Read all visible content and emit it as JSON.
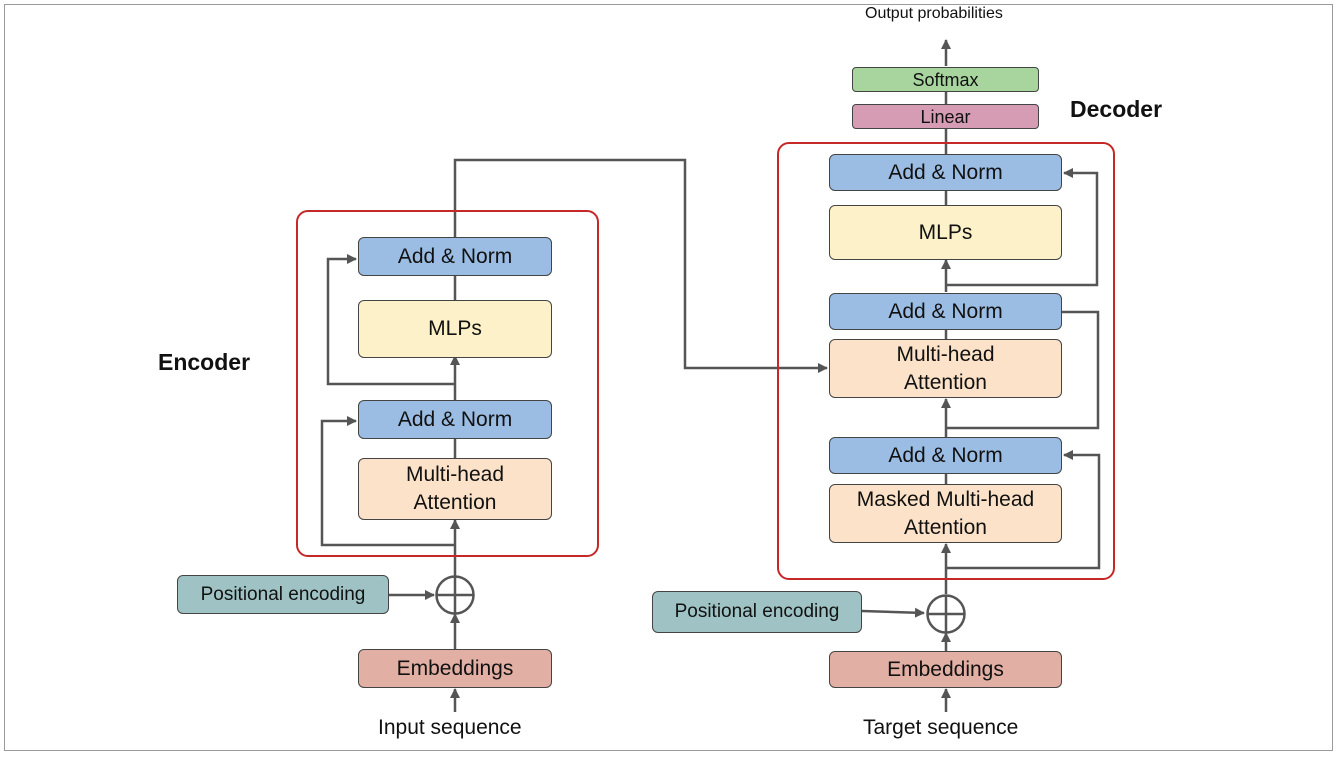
{
  "output_label": "Output probabilities",
  "decoder": {
    "title": "Decoder",
    "softmax": "Softmax",
    "linear": "Linear",
    "add_norm_top": "Add & Norm",
    "mlps": "MLPs",
    "add_norm_mid": "Add & Norm",
    "cross_attention": [
      "Multi-head",
      "Attention"
    ],
    "add_norm_bottom": "Add & Norm",
    "masked_attention": [
      "Masked Multi-head",
      "Attention"
    ],
    "positional_encoding": "Positional encoding",
    "embeddings": "Embeddings",
    "input_label": "Target sequence"
  },
  "encoder": {
    "title": "Encoder",
    "add_norm_top": "Add & Norm",
    "mlps": "MLPs",
    "add_norm_bottom": "Add & Norm",
    "attention": [
      "Multi-head",
      "Attention"
    ],
    "positional_encoding": "Positional encoding",
    "embeddings": "Embeddings",
    "input_label": "Input sequence"
  },
  "colors": {
    "add_norm": "#9bbde3",
    "mlp": "#fdf1c9",
    "attention": "#fce2c8",
    "embeddings": "#e2afa4",
    "positional_encoding": "#9fc3c4",
    "linear": "#d69cb4",
    "softmax": "#a8d49e",
    "block_border": "#c62828",
    "connector": "#555555"
  }
}
